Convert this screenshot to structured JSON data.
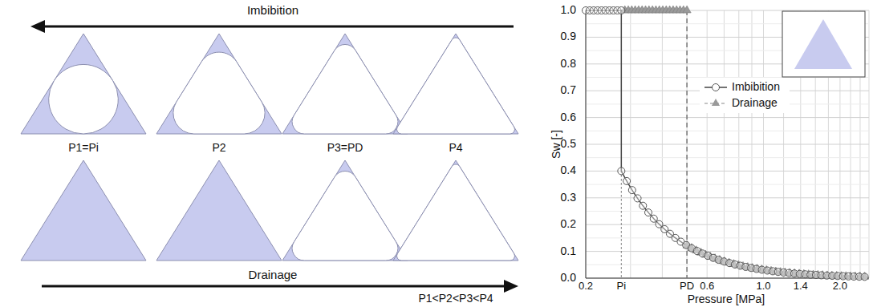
{
  "diagram": {
    "labels": [
      "Imbibition",
      "P1=Pi",
      "P2",
      "P3=PD",
      "P4",
      "Drainage",
      "P1<P2<P3<P4",
      "1.0",
      "0.9",
      "0.8",
      "0.7",
      "0.6",
      "0.5",
      "0.4",
      "0.3",
      "0.2",
      "0.1",
      "0.0",
      "Sw [-]",
      "0.2",
      "Pi",
      "PD",
      "0.6",
      "1.0",
      "1.4",
      "2.0",
      "Pressure [MPa]"
    ],
    "legend": [
      {
        "text": "Imbibition"
      },
      {
        "text": "Drainage"
      }
    ]
  }
}
